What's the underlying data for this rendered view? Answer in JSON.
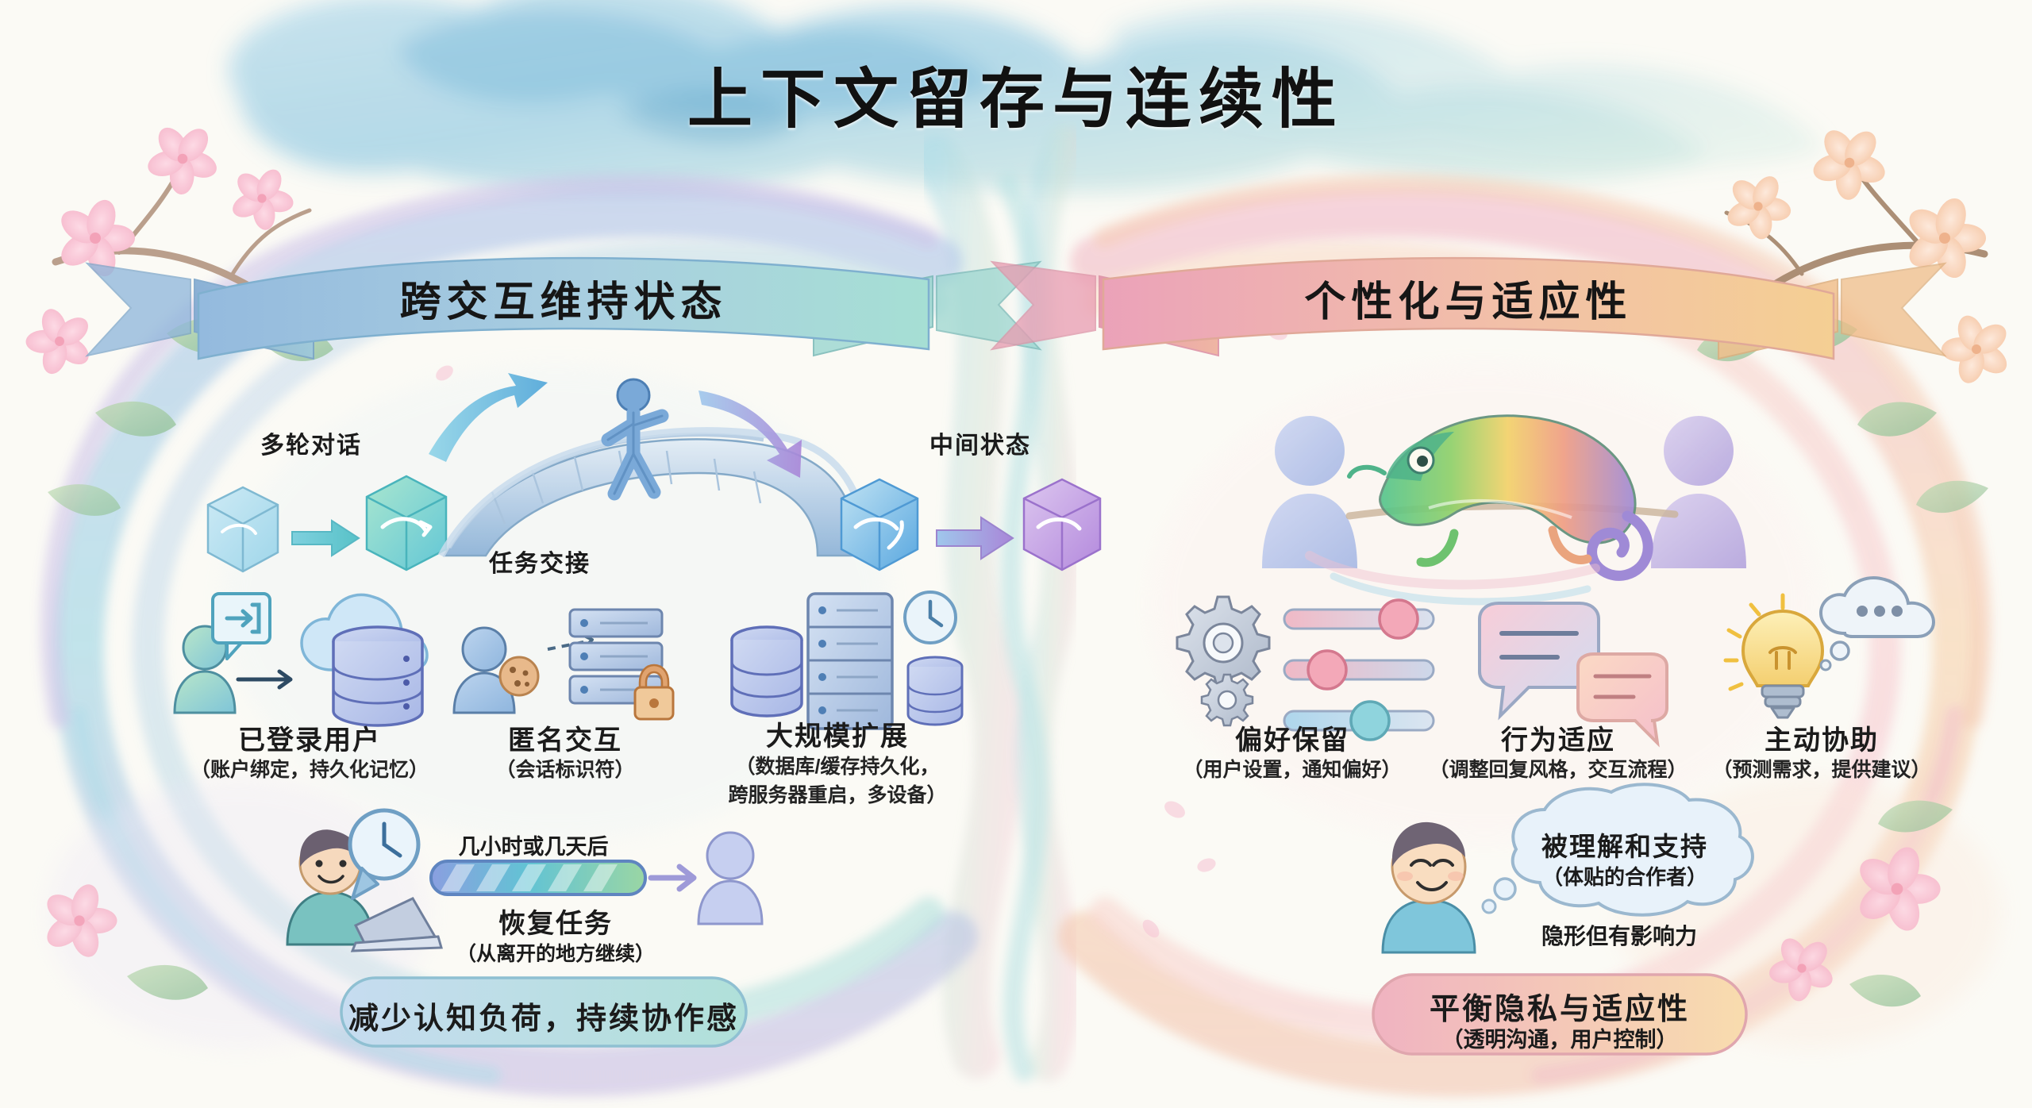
{
  "page": {
    "title": "上下文留存与连续性",
    "background_color": "#fbfaf5",
    "style": "watercolor-infographic"
  },
  "banners": {
    "left": {
      "label": "跨交互维持状态",
      "color_start": "#8fb8dd",
      "color_end": "#a8dcd4"
    },
    "right": {
      "label": "个性化与适应性",
      "color_start": "#eba3ba",
      "color_end": "#f3cf96"
    }
  },
  "left_panel": {
    "bridge": {
      "label_left": "多轮对话",
      "label_right": "中间状态",
      "label_bottom": "任务交接",
      "icons": [
        "cube-icon",
        "cube-icon",
        "bridge-icon",
        "walking-person-icon",
        "cube-icon",
        "cube-icon"
      ]
    },
    "features": [
      {
        "title": "已登录用户",
        "sub": "（账户绑定，持久化记忆）",
        "icons": [
          "user-icon",
          "login-badge-icon",
          "arrow-right-icon",
          "cloud-icon",
          "database-icon"
        ]
      },
      {
        "title": "匿名交互",
        "sub": "（会话标识符）",
        "icons": [
          "user-icon",
          "cookie-icon",
          "dashed-arrow-icon",
          "server-icon",
          "lock-icon"
        ]
      },
      {
        "title": "大规模扩展",
        "sub": "（数据库/缓存持久化，\n跨服务器重启，多设备）",
        "sub_lines": [
          "（数据库/缓存持久化，",
          "跨服务器重启，多设备）"
        ],
        "icons": [
          "database-icon",
          "server-rack-icon",
          "clock-icon",
          "database-stack-icon"
        ]
      }
    ],
    "resume": {
      "top_label": "几小时或几天后",
      "title": "恢复任务",
      "sub": "（从离开的地方继续）",
      "icons": [
        "person-laptop-icon",
        "clock-icon",
        "progress-bar-icon",
        "arrow-right-icon",
        "user-icon"
      ]
    },
    "pill": {
      "title": "减少认知负荷，持续协作感",
      "color_start": "#c3d9ee",
      "color_end": "#b3e0dc"
    }
  },
  "right_panel": {
    "hero": {
      "icons": [
        "user-silhouette-icon",
        "chameleon-icon",
        "user-silhouette-icon"
      ]
    },
    "features": [
      {
        "title": "偏好保留",
        "sub": "（用户设置，通知偏好）",
        "icons": [
          "gear-icon",
          "gear-small-icon",
          "sliders-icon"
        ]
      },
      {
        "title": "行为适应",
        "sub": "（调整回复风格，交互流程）",
        "icons": [
          "chat-bubble-icon",
          "chat-bubble-icon"
        ]
      },
      {
        "title": "主动协助",
        "sub": "（预测需求，提供建议）",
        "icons": [
          "lightbulb-icon",
          "thought-cloud-icon"
        ]
      }
    ],
    "bubble": {
      "title": "被理解和支持",
      "sub": "（体贴的合作者）",
      "footer": "隐形但有影响力",
      "icons": [
        "smiling-person-icon",
        "thought-bubble-icon"
      ]
    },
    "pill": {
      "title": "平衡隐私与适应性",
      "sub": "（透明沟通，用户控制）",
      "color_start": "#eeb1bf",
      "color_end": "#f6d9a8"
    }
  },
  "decorations": {
    "left_flowers": "cherry-blossom-branch",
    "right_flowers": "cherry-blossom-branch",
    "top_cloud": "watercolor-cloud",
    "ribbons": "watercolor-infinity-ribbon"
  }
}
